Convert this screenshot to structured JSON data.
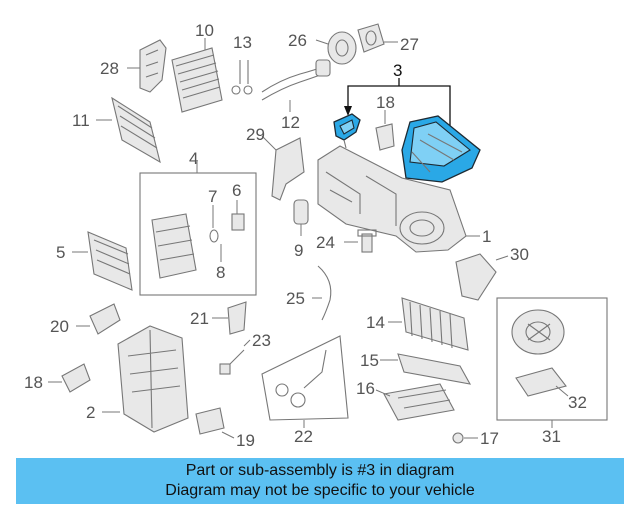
{
  "callouts": {
    "c1": "1",
    "c2": "2",
    "c3": "3",
    "c4": "4",
    "c5": "5",
    "c6": "6",
    "c7": "7",
    "c8": "8",
    "c9": "9",
    "c10": "10",
    "c11": "11",
    "c12": "12",
    "c13": "13",
    "c14": "14",
    "c15": "15",
    "c16": "16",
    "c17": "17",
    "c18a": "18",
    "c18b": "18",
    "c19": "19",
    "c20": "20",
    "c21": "21",
    "c22": "22",
    "c23": "23",
    "c24": "24",
    "c25": "25",
    "c26": "26",
    "c27": "27",
    "c28": "28",
    "c29": "29",
    "c30": "30",
    "c31": "31",
    "c32": "32"
  },
  "banner": {
    "line1": "Part or sub-assembly is #3 in diagram",
    "line2": "Diagram may not be specific to your vehicle"
  },
  "colors": {
    "highlight": "#2aa8e6",
    "banner": "#5bc0f2"
  }
}
